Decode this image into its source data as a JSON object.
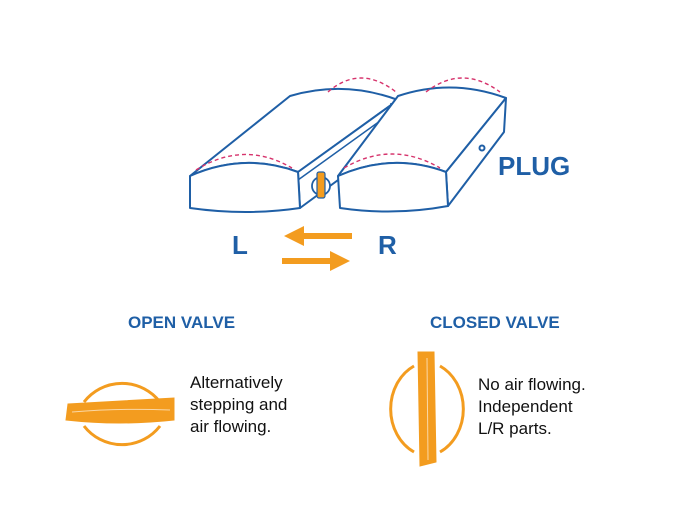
{
  "colors": {
    "outline": "#1f5fa6",
    "accent": "#f39c1f",
    "dash": "#d6336c",
    "text": "#111111"
  },
  "labels": {
    "plug": "PLUG",
    "left": "L",
    "right": "R"
  },
  "open_valve": {
    "title": "OPEN VALVE",
    "lines": [
      "Alternatively",
      "stepping and",
      "air flowing."
    ]
  },
  "closed_valve": {
    "title": "CLOSED VALVE",
    "lines": [
      "No air flowing.",
      "Independent",
      "L/R parts."
    ]
  }
}
